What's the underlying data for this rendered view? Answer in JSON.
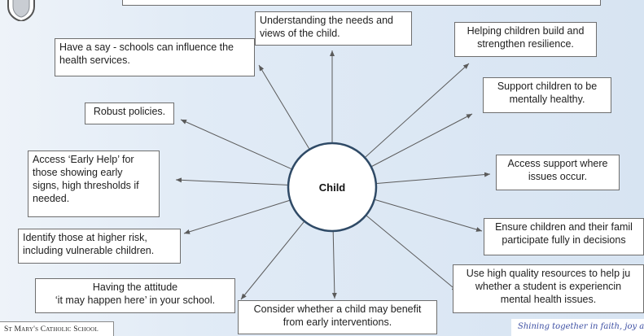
{
  "center_label": "Child",
  "footer": {
    "school_name": "St Mary's Catholic School",
    "motto": "Shining together in faith, joy and"
  },
  "branches": [
    {
      "id": "understanding-needs",
      "text": "Understanding the needs and\nviews of the child."
    },
    {
      "id": "build-resilience",
      "text": "Helping children build and\nstrengthen resilience."
    },
    {
      "id": "mentally-healthy",
      "text": "Support children to be\nmentally healthy."
    },
    {
      "id": "access-support",
      "text": "Access support where\nissues occur."
    },
    {
      "id": "participate-fully",
      "text": "Ensure children and their famil\nparticipate fully in decisions"
    },
    {
      "id": "quality-resources",
      "text": "Use high quality resources to help ju\nwhether a student is experiencin\nmental health issues."
    },
    {
      "id": "early-interventions",
      "text": "Consider whether a child may benefit\nfrom early interventions."
    },
    {
      "id": "attitude",
      "text": "Having the attitude\n‘it may happen here’ in your school."
    },
    {
      "id": "higher-risk",
      "text": "Identify those at higher risk,\nincluding vulnerable children."
    },
    {
      "id": "early-help",
      "text": "Access ‘Early Help’ for\nthose showing early\nsigns, high thresholds if\nneeded."
    },
    {
      "id": "robust-policies",
      "text": "Robust policies."
    },
    {
      "id": "have-a-say",
      "text": "Have a say - schools can influence the\nhealth services."
    }
  ]
}
